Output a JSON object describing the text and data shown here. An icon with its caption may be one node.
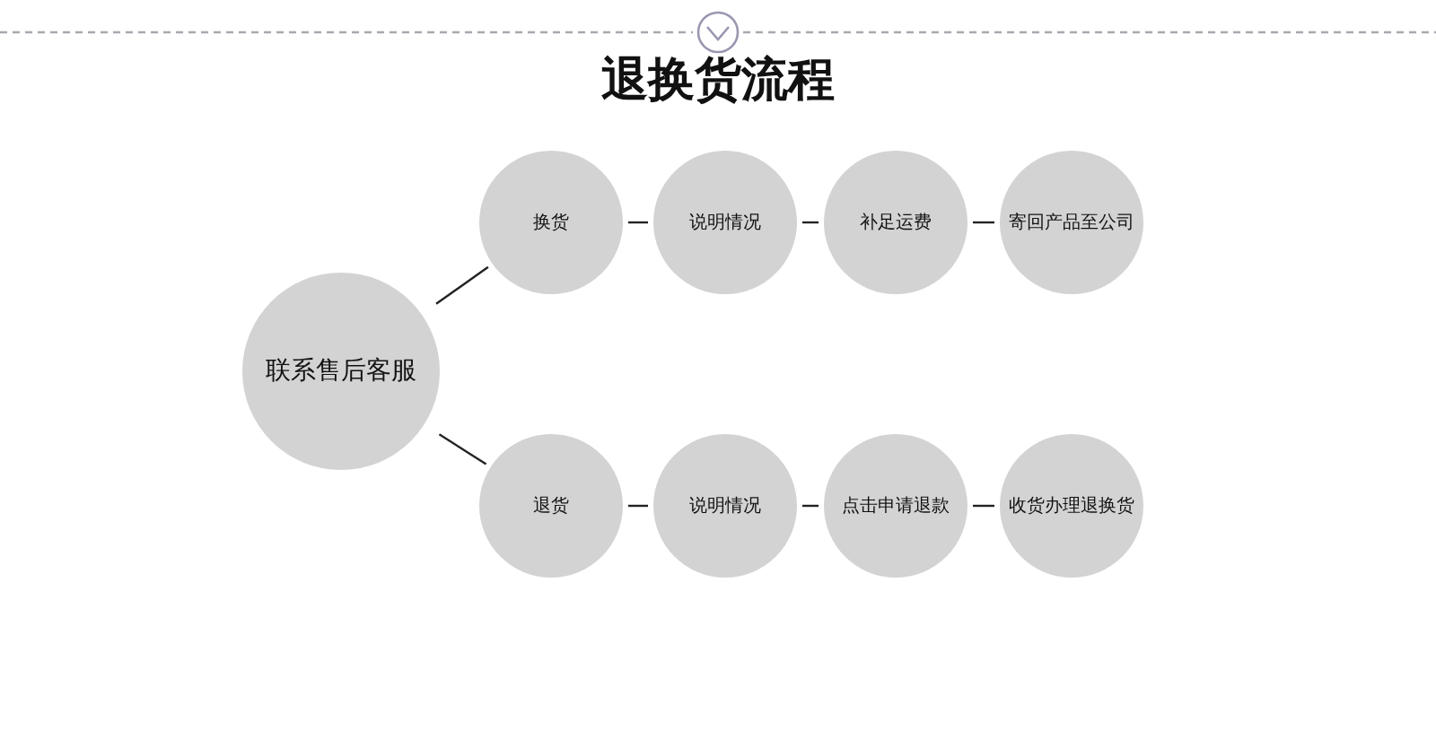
{
  "diagram": {
    "title": "退换货流程",
    "nodes": [
      {
        "text": [
          "联系售后客服"
        ]
      },
      {
        "text": [
          "换货"
        ]
      },
      {
        "text": [
          "说明情况"
        ]
      },
      {
        "text": [
          "补足运费"
        ]
      },
      {
        "text": [
          "寄回产品至公司"
        ]
      },
      {
        "text": [
          "退货"
        ]
      },
      {
        "text": [
          "说明情况"
        ]
      },
      {
        "text": [
          "点击申请退款"
        ]
      },
      {
        "text": [
          "收货办理退换货"
        ]
      }
    ],
    "edges": [
      {
        "from": 0,
        "to": 1,
        "arrow": "none"
      },
      {
        "from": 1,
        "to": 2,
        "arrow": "none"
      },
      {
        "from": 2,
        "to": 3,
        "arrow": "none"
      },
      {
        "from": 3,
        "to": 4,
        "arrow": "none"
      },
      {
        "from": 0,
        "to": 5,
        "arrow": "none"
      },
      {
        "from": 5,
        "to": 6,
        "arrow": "none"
      },
      {
        "from": 6,
        "to": 7,
        "arrow": "none"
      },
      {
        "from": 7,
        "to": 8,
        "arrow": "none"
      }
    ]
  }
}
